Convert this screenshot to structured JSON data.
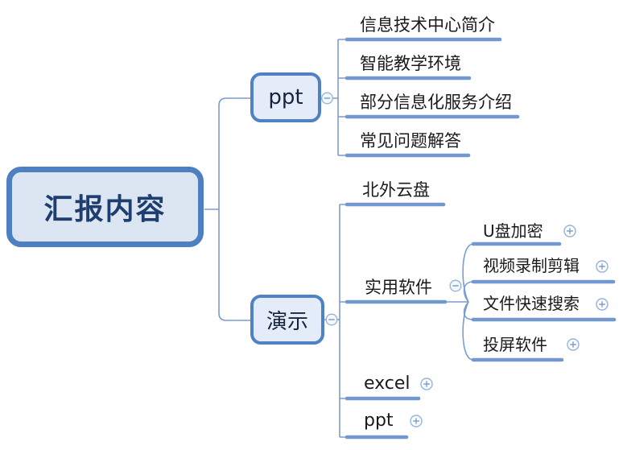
{
  "colors": {
    "node_border": "#4e7fc0",
    "central_fill": "#dce6f2",
    "branch_fill": "#e3ecf8",
    "connector_line": "#7b9cce",
    "topic_underline": "#7299cf",
    "toggle_ring": "#96b4d9",
    "toggle_glyph": "#7d9fce",
    "central_text": "#1d3e6e",
    "branch_text": "#18233f",
    "topic_text": "#1a1a1a"
  },
  "mindmap": {
    "central": {
      "label": "汇报内容"
    },
    "branches": [
      {
        "label": "ppt",
        "state": "expanded",
        "toggle_icon": "minus-circle-icon",
        "children": [
          {
            "label": "信息技术中心简介"
          },
          {
            "label": "智能教学环境"
          },
          {
            "label": "部分信息化服务介绍"
          },
          {
            "label": "常见问题解答"
          }
        ]
      },
      {
        "label": "演示",
        "state": "expanded",
        "toggle_icon": "minus-circle-icon",
        "children": [
          {
            "label": "北外云盘"
          },
          {
            "label": "实用软件",
            "state": "expanded",
            "toggle_icon": "minus-circle-icon",
            "children": [
              {
                "label": "U盘加密",
                "state": "collapsed",
                "toggle_icon": "plus-circle-icon"
              },
              {
                "label": "视频录制剪辑",
                "state": "collapsed",
                "toggle_icon": "plus-circle-icon"
              },
              {
                "label": "文件快速搜索",
                "state": "collapsed",
                "toggle_icon": "plus-circle-icon"
              },
              {
                "label": "投屏软件",
                "state": "collapsed",
                "toggle_icon": "plus-circle-icon"
              }
            ]
          },
          {
            "label": "excel",
            "state": "collapsed",
            "toggle_icon": "plus-circle-icon"
          },
          {
            "label": "ppt",
            "state": "collapsed",
            "toggle_icon": "plus-circle-icon"
          }
        ]
      }
    ]
  }
}
